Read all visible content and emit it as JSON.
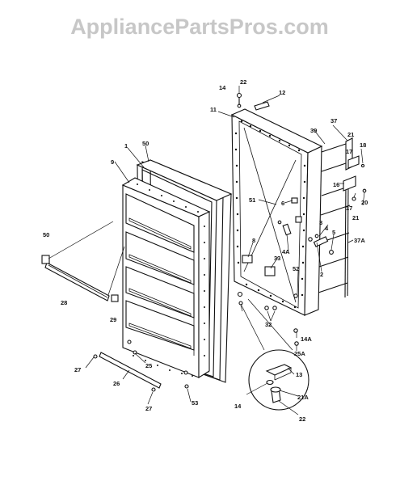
{
  "watermark": "AppliancePartsPros.com",
  "callouts": {
    "c1": "1",
    "c2": "2",
    "c3": "3",
    "c4": "4",
    "c4a": "4A",
    "c5": "5",
    "c6": "6",
    "c8": "8",
    "c9": "9",
    "c11": "11",
    "c12": "12",
    "c13": "13",
    "c14_top": "14",
    "c14_bottom": "14",
    "c14a": "14A",
    "c17": "17",
    "c18": "18",
    "c20": "20",
    "c21_top": "21",
    "c21_mid": "21",
    "c21a": "21A",
    "c22_top": "22",
    "c22_bottom": "22",
    "c25": "25",
    "c25a": "25A",
    "c26": "26",
    "c27_left": "27",
    "c27_bottom": "27",
    "c28": "28",
    "c29": "29",
    "c32": "32",
    "c33": "33",
    "c37": "37",
    "c37a": "37A",
    "c39": "39",
    "c50_top": "50",
    "c50_left": "50",
    "c51": "51",
    "c52": "52",
    "c53": "53"
  }
}
